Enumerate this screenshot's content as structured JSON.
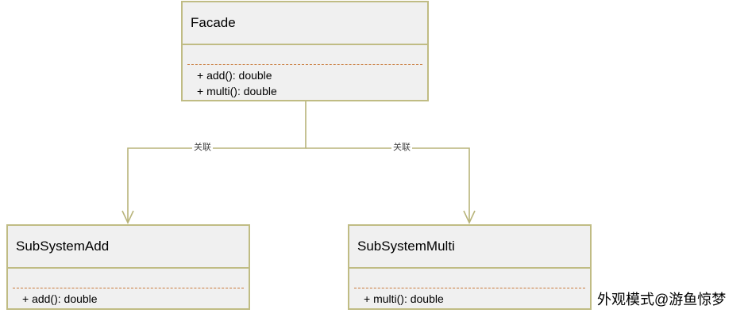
{
  "classes": {
    "facade": {
      "name": "Facade",
      "methods": [
        "+ add(): double",
        "+ multi(): double"
      ]
    },
    "subsystem_add": {
      "name": "SubSystemAdd",
      "methods": [
        "+ add(): double"
      ]
    },
    "subsystem_multi": {
      "name": "SubSystemMulti",
      "methods": [
        "+ multi(): double"
      ]
    }
  },
  "associations": [
    {
      "from": "Facade",
      "to": "SubSystemAdd",
      "label": "关联"
    },
    {
      "from": "Facade",
      "to": "SubSystemMulti",
      "label": "关联"
    }
  ],
  "colors": {
    "box_border": "#c0bc84",
    "box_fill": "#f0f0f0",
    "connector": "#b8b47a",
    "separator": "#c97a3a"
  },
  "watermark": "外观模式@游鱼惊梦"
}
